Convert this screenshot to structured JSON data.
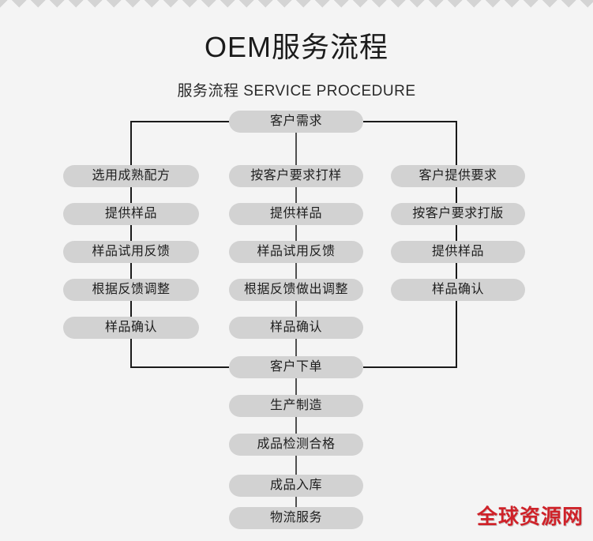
{
  "header": {
    "title": "OEM服务流程",
    "subtitle": "服务流程 SERVICE PROCEDURE"
  },
  "watermark": {
    "text": "全球资源网",
    "color": "#cf2229"
  },
  "theme": {
    "background": "#f4f4f4",
    "node_fill": "#d2d2d2",
    "node_text": "#1e1e1e",
    "line_color": "#1a1a1a"
  },
  "flow": {
    "start": {
      "label": "客户需求"
    },
    "columns": [
      {
        "name": "left-branch",
        "nodes": [
          {
            "label": "选用成熟配方"
          },
          {
            "label": "提供样品"
          },
          {
            "label": "样品试用反馈"
          },
          {
            "label": "根据反馈调整"
          },
          {
            "label": "样品确认"
          }
        ]
      },
      {
        "name": "middle-branch",
        "nodes": [
          {
            "label": "按客户要求打样"
          },
          {
            "label": "提供样品"
          },
          {
            "label": "样品试用反馈"
          },
          {
            "label": "根据反馈做出调整"
          },
          {
            "label": "样品确认"
          }
        ]
      },
      {
        "name": "right-branch",
        "nodes": [
          {
            "label": "客户提供要求"
          },
          {
            "label": "按客户要求打版"
          },
          {
            "label": "提供样品"
          },
          {
            "label": "样品确认"
          }
        ]
      }
    ],
    "merge": {
      "label": "客户下单"
    },
    "tail": [
      {
        "label": "生产制造"
      },
      {
        "label": "成品检测合格"
      },
      {
        "label": "成品入库"
      },
      {
        "label": "物流服务"
      }
    ]
  }
}
